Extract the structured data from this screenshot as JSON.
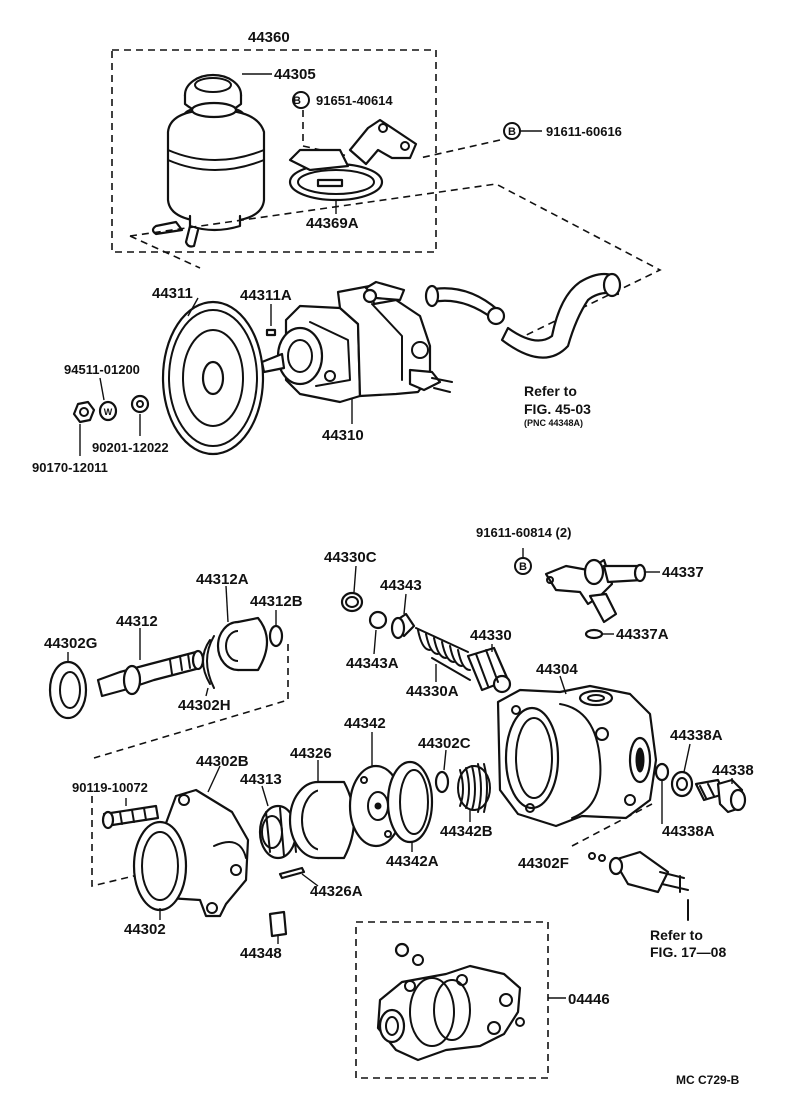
{
  "labels": {
    "l44360": "44360",
    "l44305": "44305",
    "l91651": "91651-40614",
    "l91611a": "91611-60616",
    "l44369A": "44369A",
    "l44311": "44311",
    "l44311A": "44311A",
    "l94511": "94511-01200",
    "l90201": "90201-12022",
    "l90170": "90170-12011",
    "l44310": "44310",
    "refer1a": "Refer to",
    "refer1b": "FIG. 45-03",
    "refer1c": "(PNC 44348A)",
    "l91611b": "91611-60814 (2)",
    "l44337": "44337",
    "l44337A": "44337A",
    "l44330C": "44330C",
    "l44343": "44343",
    "l44343A": "44343A",
    "l44330": "44330",
    "l44330A": "44330A",
    "l44304": "44304",
    "l44312A": "44312A",
    "l44312B": "44312B",
    "l44312": "44312",
    "l44302G": "44302G",
    "l44302H": "44302H",
    "l44342": "44342",
    "l44302C": "44302C",
    "l44338A1": "44338A",
    "l44338": "44338",
    "l44338A2": "44338A",
    "l90119": "90119-10072",
    "l44302B": "44302B",
    "l44313": "44313",
    "l44326": "44326",
    "l44342B": "44342B",
    "l44342A": "44342A",
    "l44302F": "44302F",
    "l44326A": "44326A",
    "l44302": "44302",
    "l44348": "44348",
    "refer2a": "Refer to",
    "refer2b": "FIG. 17—08",
    "l04446": "04446",
    "footer": "MC  C729-B",
    "boltB1": "B",
    "boltB2": "B",
    "boltB3": "B",
    "washerW": "W"
  }
}
